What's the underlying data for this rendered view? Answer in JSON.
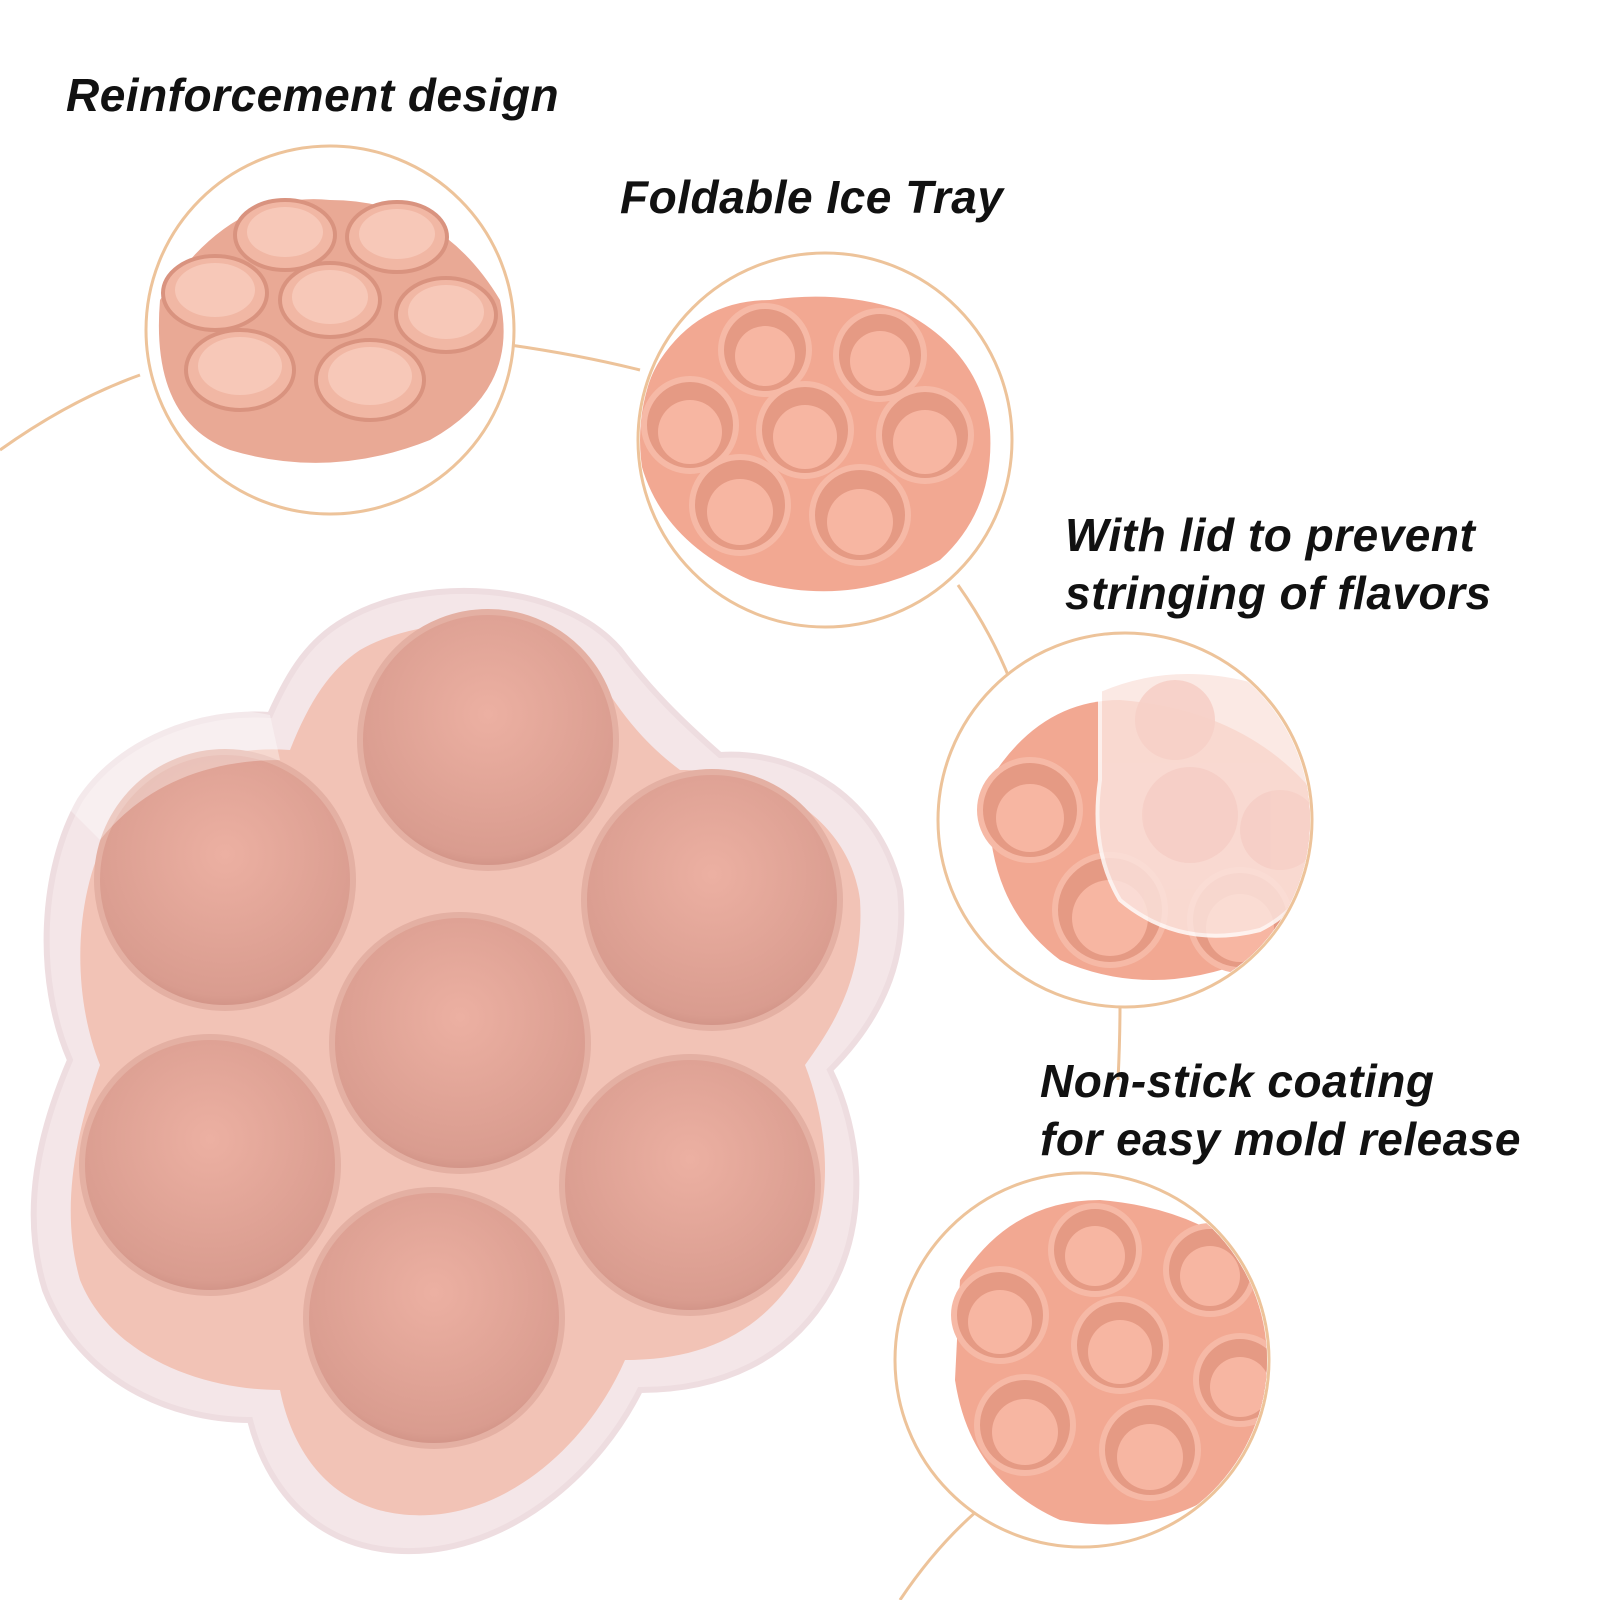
{
  "colors": {
    "accent": "#EDC39A",
    "silicone": "#F2A892",
    "silicone_dark": "#E08E78",
    "silicone_light": "#F8C1B0",
    "lid": "#F5C6BC",
    "text": "#111111",
    "background": "#FFFFFF"
  },
  "captions": {
    "reinforcement": "Reinforcement design",
    "foldable": "Foldable Ice Tray",
    "lid_line1": "With lid to prevent",
    "lid_line2": "stringing of flavors",
    "nonstick_line1": "Non-stick coating",
    "nonstick_line2": "for easy mold release"
  },
  "product": {
    "cell_count": 7,
    "views": [
      "reinforcement-underside",
      "foldable-tray",
      "tray-with-lid",
      "nonstick-tray",
      "main-tray-with-lid"
    ]
  }
}
